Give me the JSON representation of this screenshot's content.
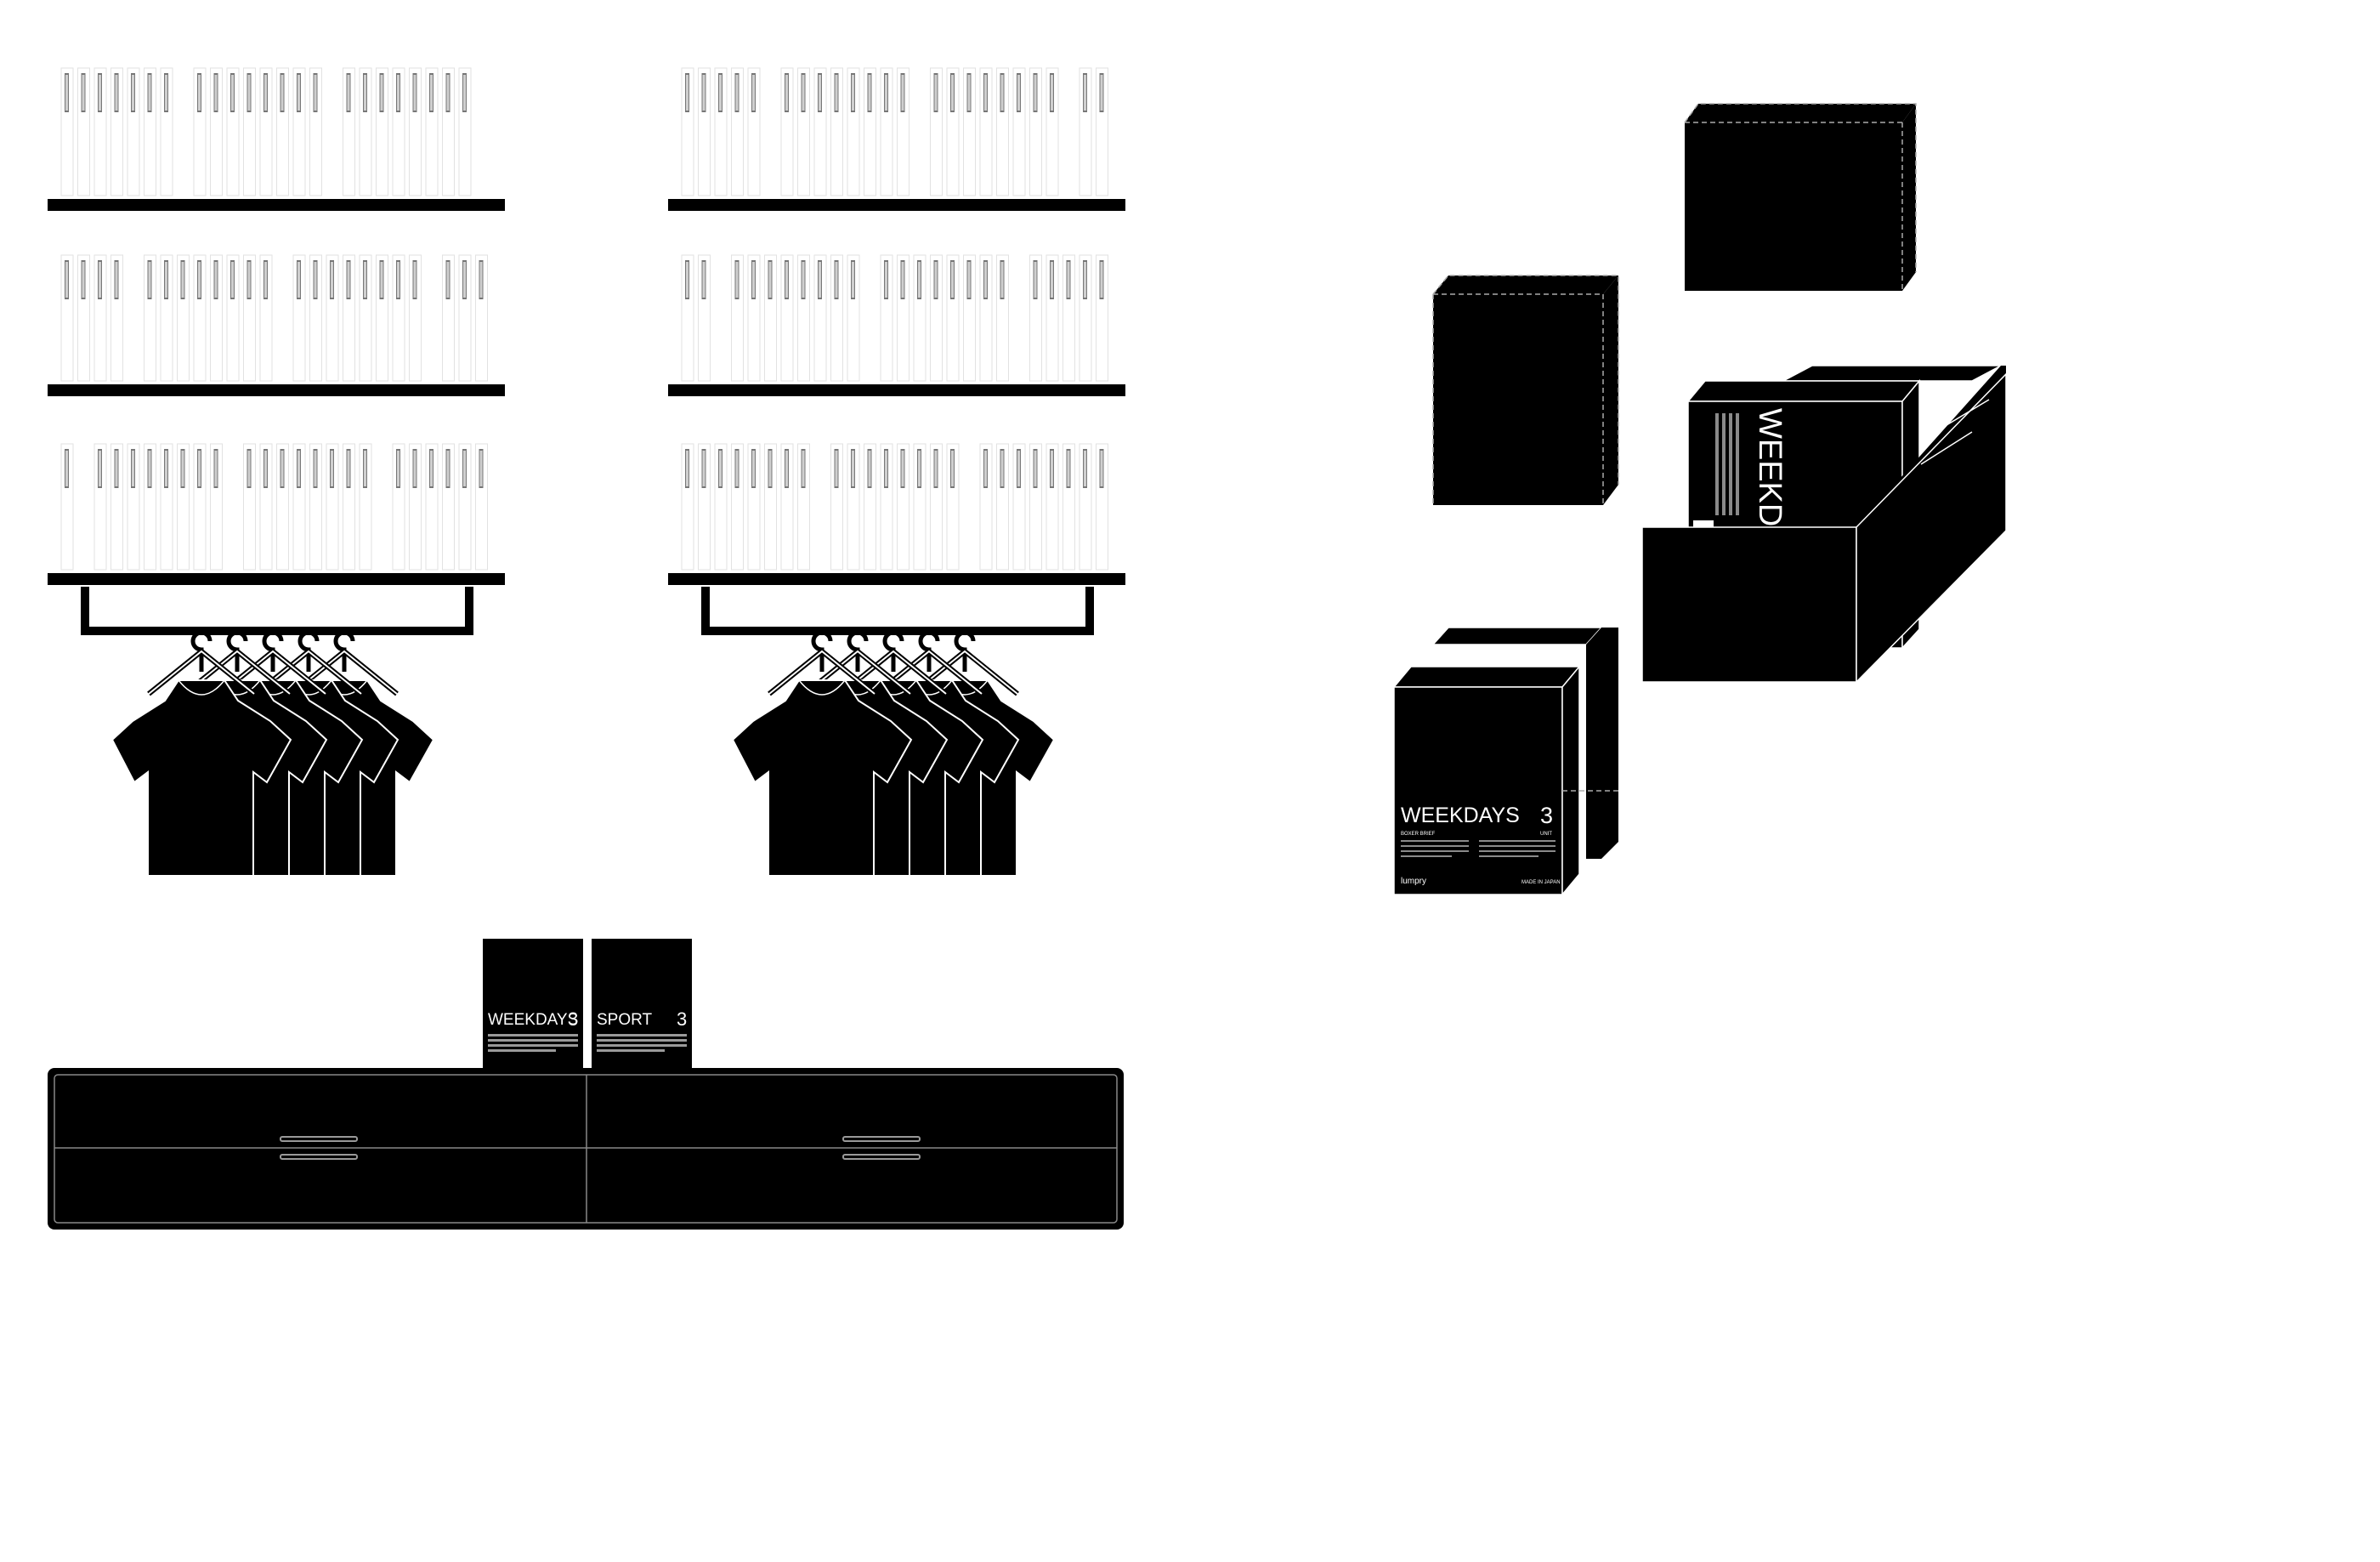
{
  "colors": {
    "ink": "#000000",
    "paper": "#ffffff",
    "line": "#bdbdbd"
  },
  "display_boxes": [
    {
      "title": "WEEKDAYS",
      "count": "3"
    },
    {
      "title": "SPORT",
      "count": "3"
    }
  ],
  "iso_box": {
    "title": "WEEKDAYS",
    "count": "3",
    "subtitle": "BOXER BRIEF",
    "unit": "UNIT",
    "brand": "lumpry",
    "origin": "MADE IN JAPAN"
  },
  "tray_box": {
    "title": "WEEKDAYS"
  },
  "icons": {
    "hanger": "hanger-icon",
    "tshirt": "tshirt-icon"
  }
}
